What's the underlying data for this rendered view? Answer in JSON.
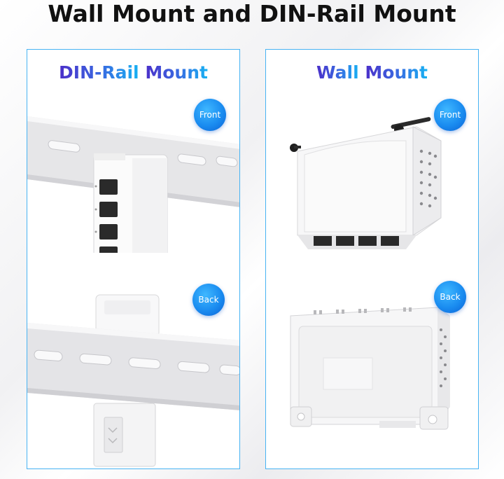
{
  "page": {
    "title": "Wall Mount and DIN-Rail Mount"
  },
  "panels": {
    "din_rail": {
      "title_part1": "DIN-Rail",
      "title_part2": "Mount",
      "front_label": "Front",
      "back_label": "Back"
    },
    "wall": {
      "title_part1": "Wall",
      "title_part2": "Mount",
      "front_label": "Front",
      "back_label": "Back"
    }
  },
  "colors": {
    "panel_border": "#47b3f3",
    "title_gradient_start": "#4b2fc9",
    "title_gradient_end": "#17b2f3",
    "badge_blue": "#1a8cf0"
  }
}
